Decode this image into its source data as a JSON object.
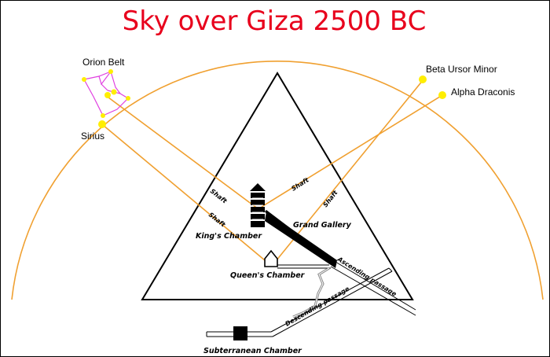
{
  "title": "Sky over Giza 2500 BC",
  "colors": {
    "title": "#e8001c",
    "sky_arc": "#f0a030",
    "shafts": "#f0a030",
    "stars": "#ffee00",
    "constellation": "#e040e0",
    "pyramid": "#000000"
  },
  "stars": {
    "orion_belt": "Orion Belt",
    "sirius": "Sirius",
    "beta_ursa_minor": "Beta Ursor Minor",
    "alpha_draconis": "Alpha Draconis"
  },
  "chambers": {
    "kings": "King's Chamber",
    "queens": "Queen's Chamber",
    "grand_gallery": "Grand Gallery",
    "subterranean": "Subterranean Chamber"
  },
  "passages": {
    "shaft_label": "Shaft",
    "ascending": "Ascending passage",
    "descending": "Descending passage"
  }
}
